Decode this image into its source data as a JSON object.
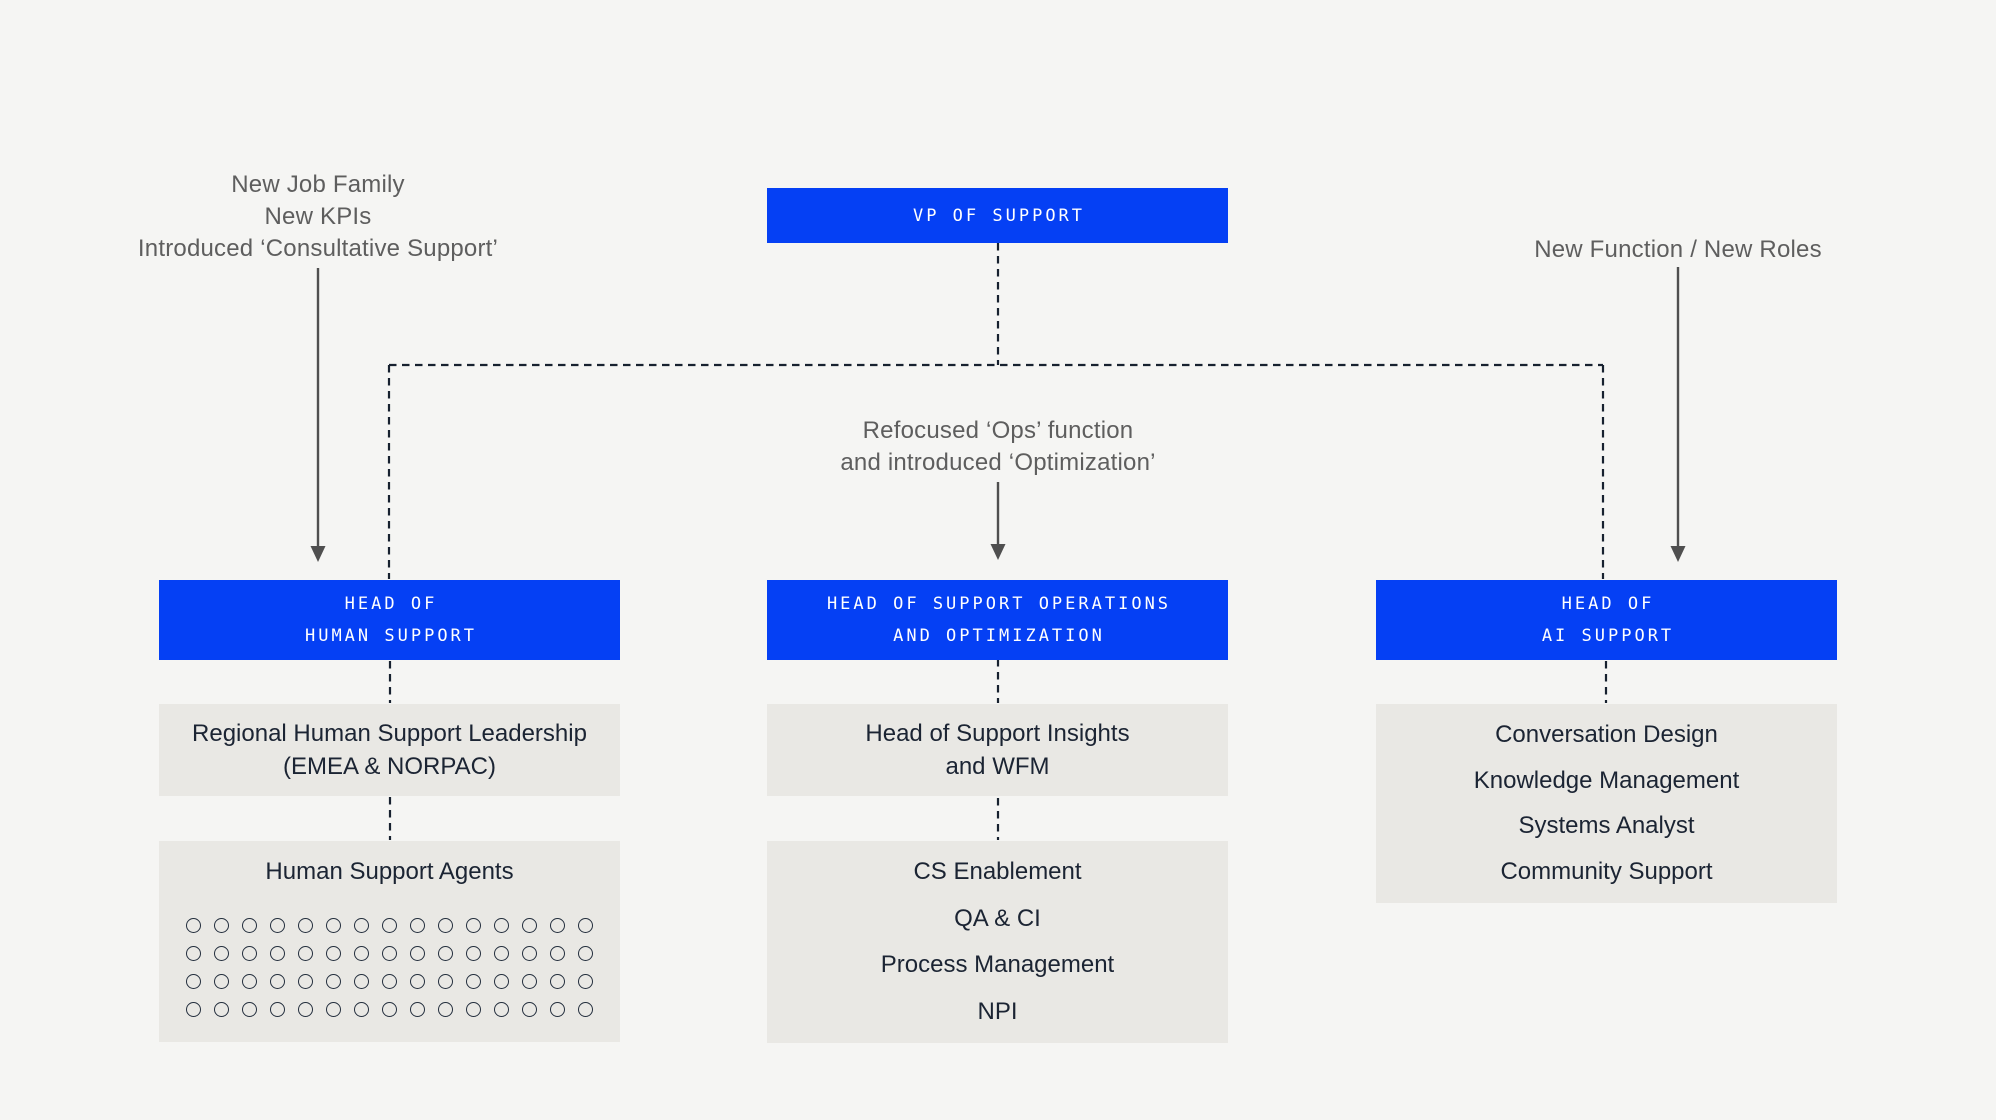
{
  "colors": {
    "background": "#f5f5f3",
    "accent_blue": "#0540f4",
    "panel_gray": "#e9e8e4",
    "text_dark": "#1b2433",
    "annotation_gray": "#5e5e5e",
    "connector_dark": "#17212f",
    "arrow_gray": "#4f4f4f"
  },
  "annotations": {
    "left": {
      "line1": "New Job Family",
      "line2": "New KPIs",
      "line3": "Introduced ‘Consultative Support’"
    },
    "middle": {
      "line1": "Refocused ‘Ops’ function",
      "line2": "and introduced ‘Optimization’"
    },
    "right": {
      "line1": "New Function / New Roles"
    }
  },
  "org": {
    "vp": {
      "label": "VP OF SUPPORT"
    },
    "human": {
      "head_line1": "HEAD OF",
      "head_line2": "HUMAN SUPPORT",
      "leadership_line1": "Regional Human Support Leadership",
      "leadership_line2": "(EMEA & NORPAC)",
      "agents": {
        "title": "Human Support Agents",
        "count": 60,
        "per_row": 15
      }
    },
    "ops": {
      "head_line1": "HEAD OF SUPPORT OPERATIONS",
      "head_line2": "AND OPTIMIZATION",
      "insights_line1": "Head of Support Insights",
      "insights_line2": "and WFM",
      "teams": [
        "CS Enablement",
        "QA & CI",
        "Process Management",
        "NPI"
      ]
    },
    "ai": {
      "head_line1": "HEAD OF",
      "head_line2": "AI SUPPORT",
      "teams": [
        "Conversation Design",
        "Knowledge Management",
        "Systems Analyst",
        "Community Support"
      ]
    }
  }
}
